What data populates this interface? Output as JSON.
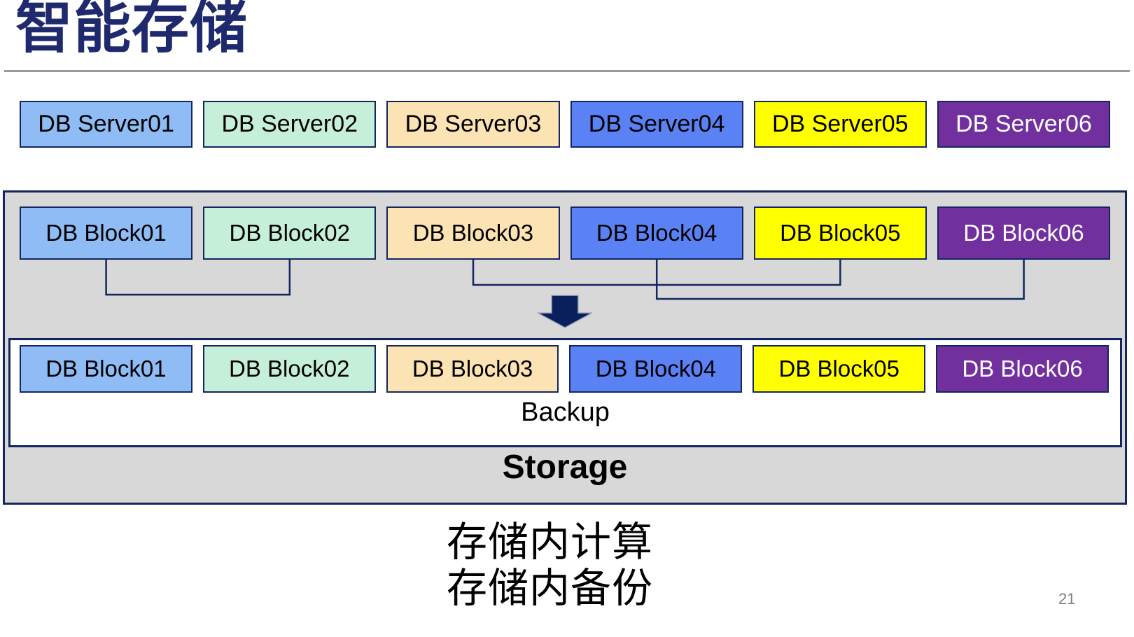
{
  "slide": {
    "title": "智能存储",
    "captions": [
      "存储内计算",
      "存储内备份"
    ],
    "page_number": "21"
  },
  "servers": [
    "DB Server01",
    "DB Server02",
    "DB Server03",
    "DB Server04",
    "DB Server05",
    "DB Server06"
  ],
  "blocks_top": [
    "DB Block01",
    "DB Block02",
    "DB Block03",
    "DB Block04",
    "DB Block05",
    "DB Block06"
  ],
  "blocks_bottom": [
    "DB Block01",
    "DB Block02",
    "DB Block03",
    "DB Block04",
    "DB Block05",
    "DB Block06"
  ],
  "storage": {
    "backup_label": "Backup",
    "storage_label": "Storage"
  },
  "palette": [
    {
      "name": "light-blue",
      "bg": "#8FBCF5",
      "fg": "#000000"
    },
    {
      "name": "mint-green",
      "bg": "#C6EFD9",
      "fg": "#000000"
    },
    {
      "name": "wheat",
      "bg": "#FBE3B3",
      "fg": "#000000"
    },
    {
      "name": "royal-blue",
      "bg": "#5A82F5",
      "fg": "#000000"
    },
    {
      "name": "yellow",
      "bg": "#FFFF00",
      "fg": "#000000"
    },
    {
      "name": "purple",
      "bg": "#722F9E",
      "fg": "#FFFFFF"
    }
  ],
  "colors": {
    "title_navy": "#1F2A6E",
    "border_navy": "#13265F",
    "container_gray": "#D8D8D8",
    "arrow_navy": "#0A1F5E",
    "divider_gray": "#9A9A9A",
    "page_number_gray": "#7F7F7F"
  }
}
